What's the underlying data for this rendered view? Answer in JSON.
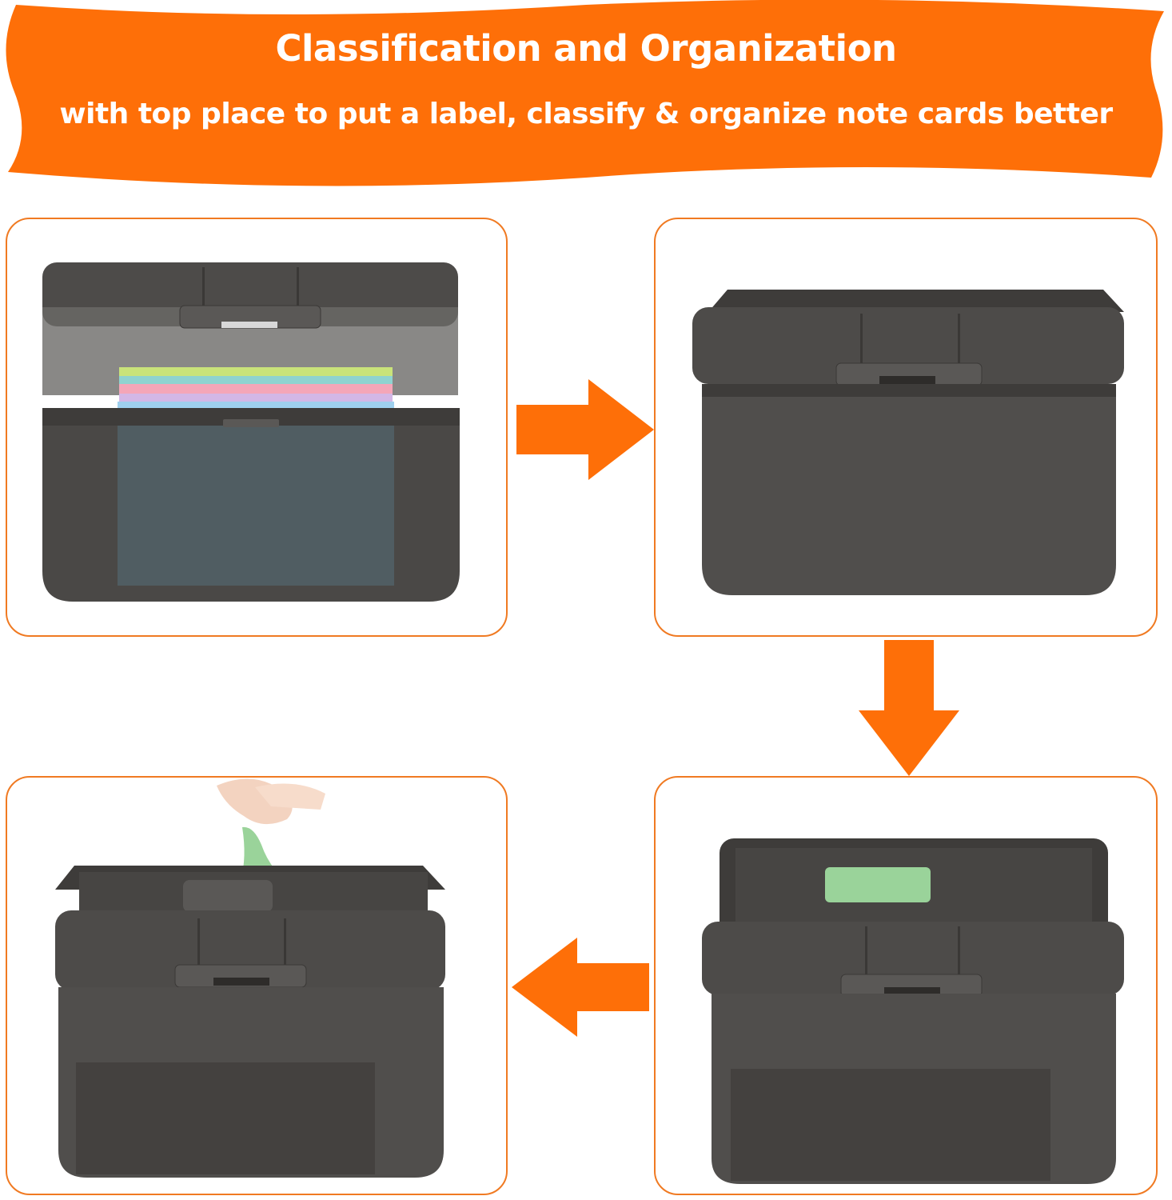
{
  "banner": {
    "title": "Classification and Organization",
    "subtitle": "with top place to put a label, classify & organize note cards better",
    "color": "#fe6f08"
  },
  "steps": [
    {
      "name": "open-box-with-cards"
    },
    {
      "name": "closed-box"
    },
    {
      "name": "box-with-label-on-lid"
    },
    {
      "name": "peeling-label-from-lid"
    }
  ],
  "colors": {
    "accent": "#fe6f08",
    "panel_border": "#f07a22",
    "box": "#4a4846",
    "box_dark": "#3a3836"
  },
  "arrows": [
    "arrow-right",
    "arrow-down",
    "arrow-left"
  ]
}
